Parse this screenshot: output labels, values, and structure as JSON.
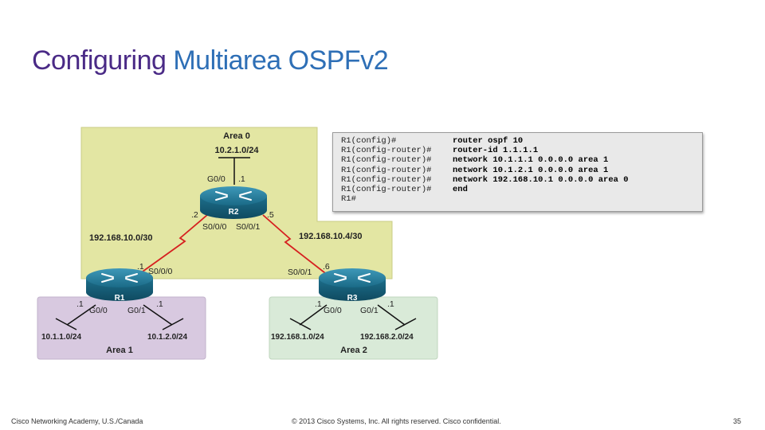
{
  "slide": {
    "title_part1": "Configuring",
    "title_part2": "Multiarea OSPFv2"
  },
  "diagram": {
    "areas": {
      "area0": {
        "name": "Area 0",
        "network": "10.2.1.0/24"
      },
      "area1": {
        "name": "Area 1",
        "lan_left": "10.1.1.0/24",
        "lan_right": "10.1.2.0/24"
      },
      "area2": {
        "name": "Area 2",
        "lan_left": "192.168.1.0/24",
        "lan_right": "192.168.2.0/24"
      }
    },
    "routers": {
      "r2": {
        "name": "R2",
        "g00": "G0/0",
        "g00_host": ".1",
        "s000": "S0/0/0",
        "s000_host": ".2",
        "s001": "S0/0/1",
        "s001_host": ".5"
      },
      "r1": {
        "name": "R1",
        "s000": "S0/0/0",
        "s000_host": ".1",
        "g00": "G0/0",
        "g00_host": ".1",
        "g01": "G0/1",
        "g01_host": ".1"
      },
      "r3": {
        "name": "R3",
        "s001": "S0/0/1",
        "s001_host": ".6",
        "g00": "G0/0",
        "g00_host": ".1",
        "g01": "G0/1",
        "g01_host": ".1"
      }
    },
    "links": {
      "r1_r2": "192.168.10.0/30",
      "r2_r3": "192.168.10.4/30"
    },
    "colors": {
      "area0": "#e3e6a3",
      "area1": "#d8c9e0",
      "area2": "#d9ead8",
      "router": "#1f6f8b",
      "serial_link": "#d62020"
    }
  },
  "cli": {
    "lines": [
      {
        "prompt": "R1(config)#",
        "command": "router ospf 10"
      },
      {
        "prompt": "R1(config-router)#",
        "command": "router-id 1.1.1.1"
      },
      {
        "prompt": "R1(config-router)#",
        "command": "network 10.1.1.1 0.0.0.0 area 1"
      },
      {
        "prompt": "R1(config-router)#",
        "command": "network 10.1.2.1 0.0.0.0 area 1"
      },
      {
        "prompt": "R1(config-router)#",
        "command": "network 192.168.10.1 0.0.0.0 area 0"
      },
      {
        "prompt": "R1(config-router)#",
        "command": "end"
      },
      {
        "prompt": "R1#",
        "command": ""
      }
    ]
  },
  "footer": {
    "left": "Cisco Networking Academy, U.S./Canada",
    "center": "© 2013 Cisco Systems, Inc. All rights reserved. Cisco confidential.",
    "page": "35"
  }
}
